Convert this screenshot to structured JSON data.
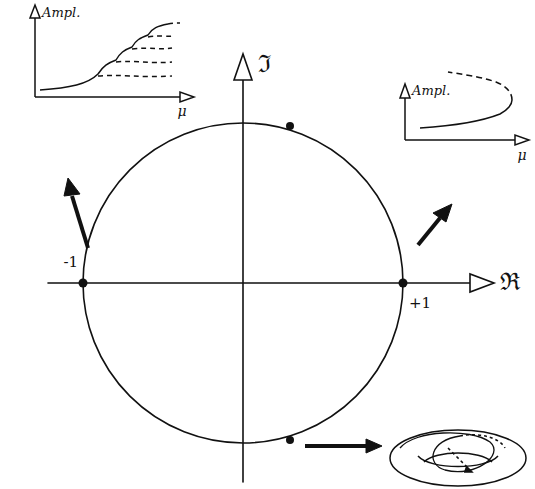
{
  "diagram": {
    "labels": [
      "Ampl.",
      "μ",
      "ℑ",
      "Ampl.",
      "μ",
      "ℜ",
      "-1",
      "+1"
    ]
  }
}
